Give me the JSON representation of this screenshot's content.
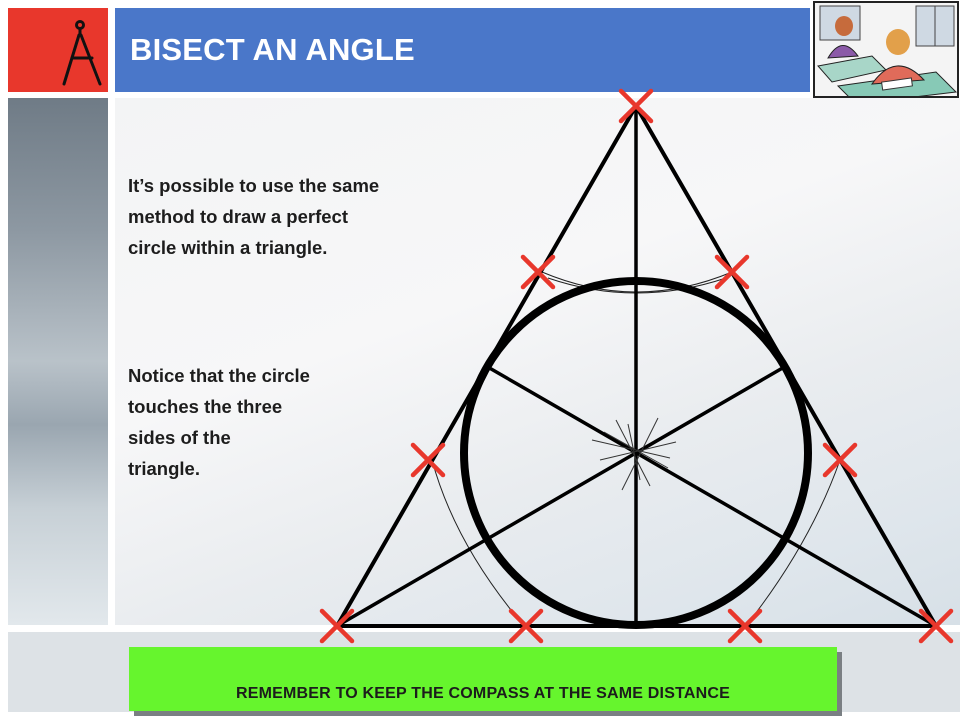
{
  "header": {
    "title": "BISECT AN ANGLE"
  },
  "body": {
    "paragraph1": [
      "It’s possible to use the same",
      "method to draw a perfect",
      "circle within a triangle."
    ],
    "paragraph2": [
      "Notice that the circle",
      "touches the three",
      "sides of the",
      "triangle."
    ]
  },
  "banner": {
    "text": "REMEMBER TO KEEP THE COMPASS AT THE SAME DISTANCE"
  },
  "icons": {
    "logo": "compass-icon",
    "clipart": "students-writing-clipart"
  },
  "colors": {
    "title_bar": "#4a77c9",
    "logo_box": "#e8372c",
    "marker": "#e8372c",
    "banner": "#66f52d",
    "lines": "#000000"
  }
}
